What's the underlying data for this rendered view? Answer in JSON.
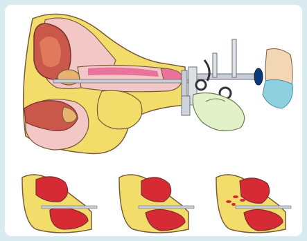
{
  "figure": {
    "frame_color": "#d7ebf1",
    "panel_color": "#ffffff",
    "main_illustration": {
      "icons": [
        "pelvis-cross-section",
        "bladder",
        "prostate",
        "penis",
        "urethra",
        "resectoscope",
        "surgeon-hand",
        "surgeon-head"
      ]
    },
    "steps": [
      {
        "id": "step-1",
        "icons": [
          "prostate-lobe",
          "urethra",
          "resectoscope-tip"
        ]
      },
      {
        "id": "step-2",
        "icons": [
          "prostate-lobe",
          "urethra",
          "resectoscope-tip"
        ]
      },
      {
        "id": "step-3",
        "icons": [
          "prostate-lobe",
          "urethra",
          "resectoscope-tip",
          "tissue-chips"
        ]
      }
    ],
    "colors": {
      "tissue_yellow": "#f3dd6a",
      "tissue_pink": "#f2c7c5",
      "organ_red": "#d62b35",
      "outline": "#7a5a3a",
      "instrument_gray": "#c9ced6",
      "glove_green": "#e3f1c8",
      "mask_blue": "#8fd0de"
    }
  }
}
